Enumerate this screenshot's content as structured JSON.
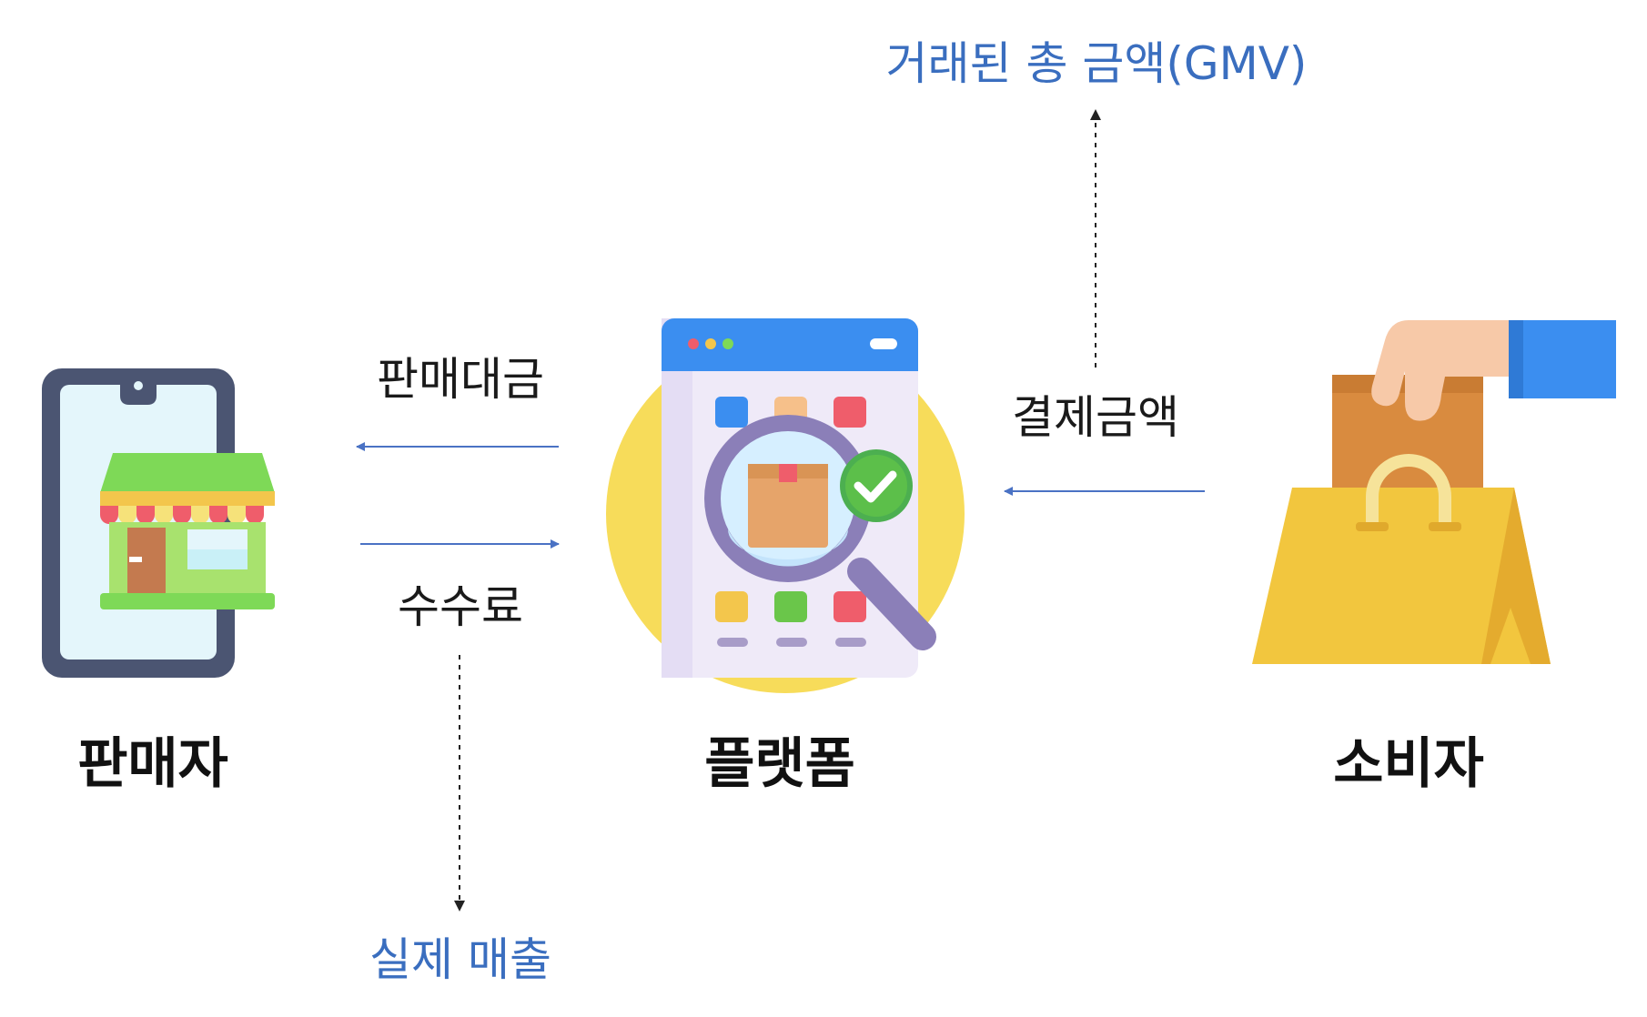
{
  "actors": {
    "seller": "판매자",
    "platform": "플랫폼",
    "consumer": "소비자"
  },
  "flows": {
    "sales_proceeds": "판매대금",
    "fee": "수수료",
    "payment_amount": "결제금액"
  },
  "metrics": {
    "gmv": "거래된 총 금액(GMV)",
    "actual_revenue": "실제 매출"
  },
  "colors": {
    "metric_text": "#3a6ebf",
    "arrow": "#4a72c4",
    "dotted_arrow": "#222222",
    "label_text": "#111111"
  },
  "icons": {
    "seller": "smartphone-store-icon",
    "platform": "marketplace-search-icon",
    "consumer": "shopping-bag-hand-icon"
  }
}
